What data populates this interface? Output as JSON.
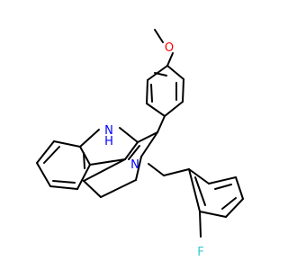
{
  "molecule": {
    "atoms": [
      {
        "id": "o_methoxy",
        "symbol": "O",
        "color": "#ff0000"
      },
      {
        "id": "n_indole",
        "symbol": "N",
        "hydrogen": "H",
        "color": "#0000ff"
      },
      {
        "id": "n_ring",
        "symbol": "N",
        "color": "#0000ff"
      },
      {
        "id": "f_benzyl",
        "symbol": "F",
        "color": "#33cccc"
      }
    ]
  }
}
